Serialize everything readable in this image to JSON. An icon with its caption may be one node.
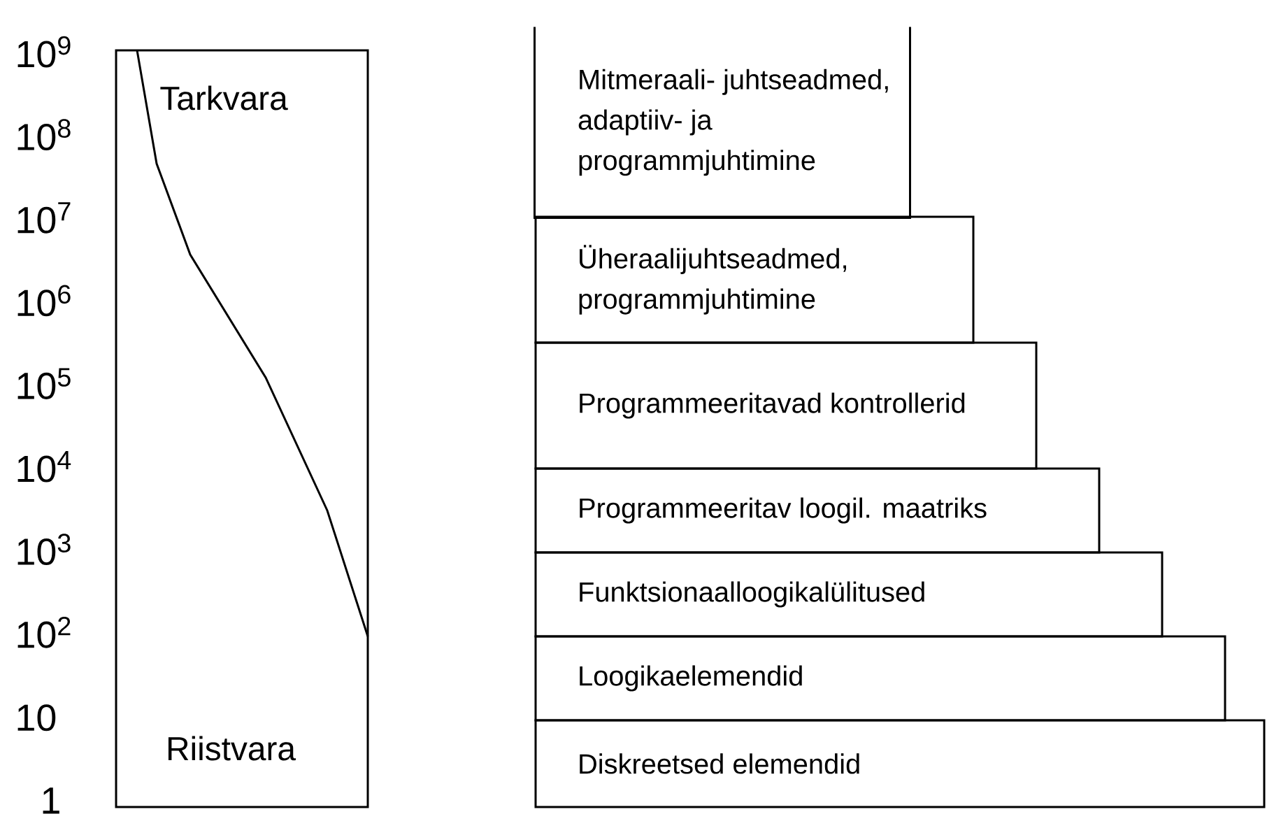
{
  "diagram": {
    "nodes": [
      {
        "text": [
          "Tarkvara",
          "Riistvara"
        ]
      },
      {
        "text": [
          "Mitmeraali- juhtseadmed, adaptiiv- ja programmjuhtimine"
        ]
      },
      {
        "text": [
          "Üheraalijuhtseadmed, programmjuhtimine"
        ]
      },
      {
        "text": [
          "Programmeeritavad kontrollerid"
        ]
      },
      {
        "text": [
          "Programmeeritav loogil. maatriks"
        ]
      },
      {
        "text": [
          "Funktsionaalloogikalülitused"
        ]
      },
      {
        "text": [
          "Loogikaelemendid"
        ]
      },
      {
        "text": [
          "Diskreetsed elemendid"
        ]
      }
    ],
    "labels": [
      "10$^{9}$",
      "10$^{8}$",
      "10$^{7}$",
      "10$^{6}$",
      "10$^{5}$",
      "10$^{4}$",
      "10$^{3}$",
      "10$^{2}$",
      "10",
      "1"
    ]
  }
}
